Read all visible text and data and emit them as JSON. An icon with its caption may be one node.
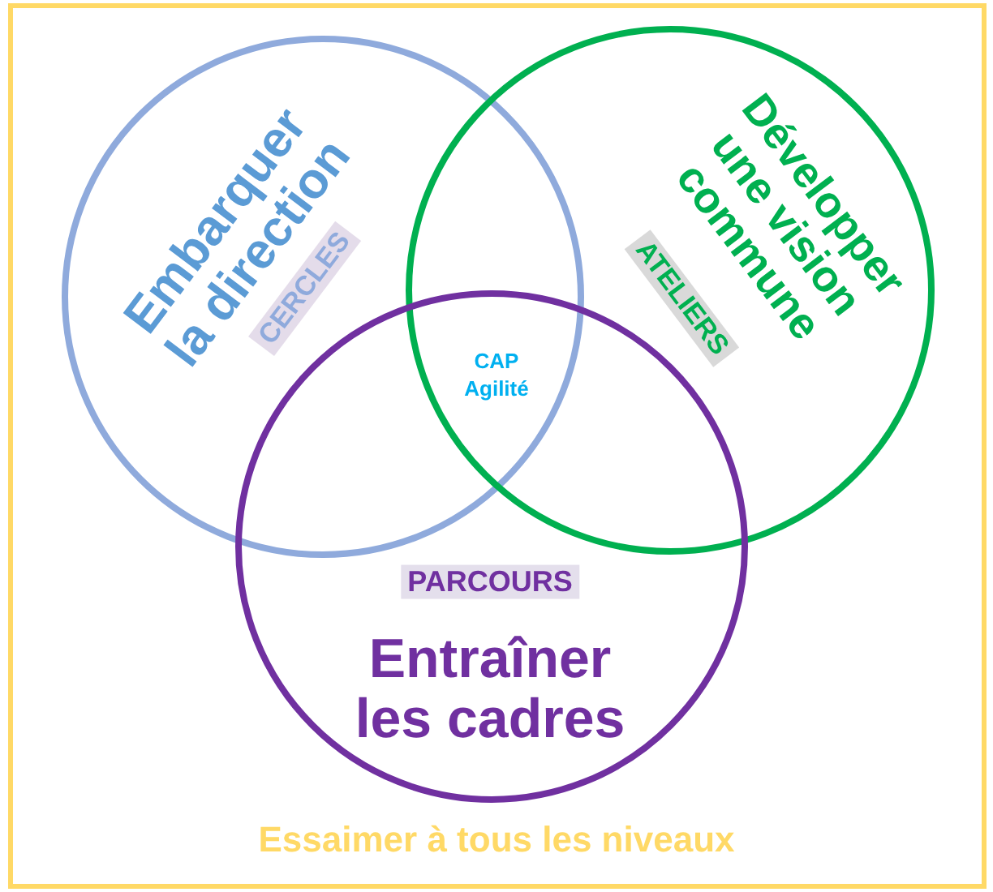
{
  "diagram": {
    "nodes": [
      {
        "text": [
          "Essaimer à tous les niveaux"
        ]
      },
      {
        "text": [
          "Embarquer la direction",
          "CERCLES"
        ],
        "in": 0
      },
      {
        "text": [
          "Développer une vision commune",
          "ATELIERS"
        ],
        "in": 0
      },
      {
        "text": [
          "PARCOURS",
          "Entraîner les cadres"
        ],
        "in": 0
      }
    ],
    "edges": [],
    "labels": [
      "CAP Agilité"
    ]
  }
}
